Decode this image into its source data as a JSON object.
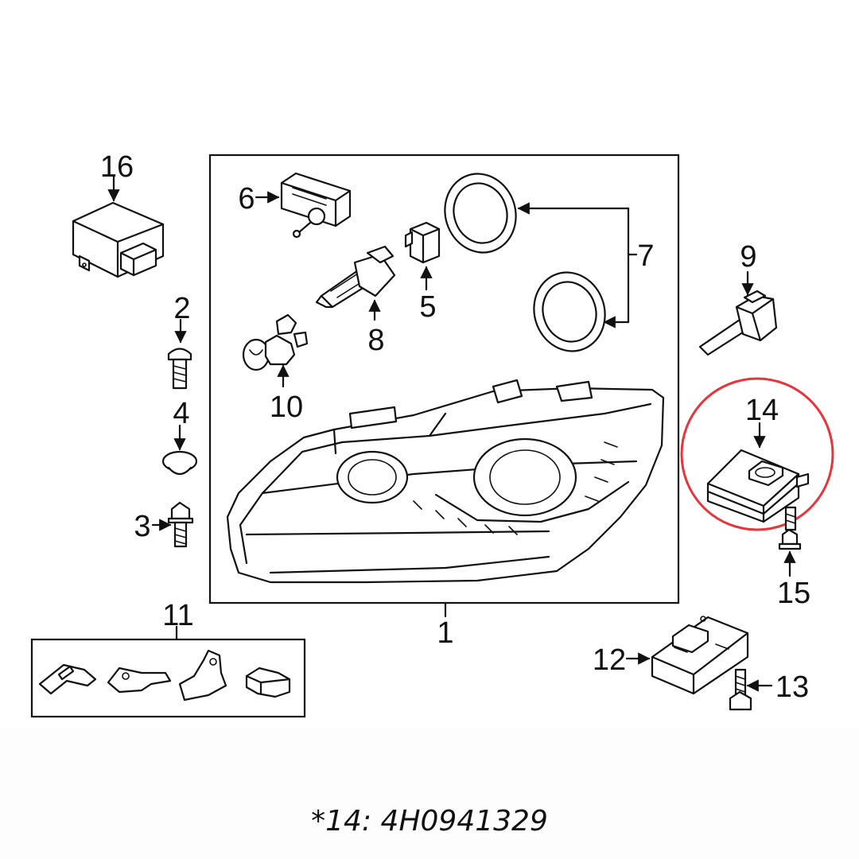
{
  "callouts": {
    "c1": "1",
    "c2": "2",
    "c3": "3",
    "c4": "4",
    "c5": "5",
    "c6": "6",
    "c7": "7",
    "c8": "8",
    "c9": "9",
    "c10": "10",
    "c11": "11",
    "c12": "12",
    "c13": "13",
    "c14": "14",
    "c15": "15",
    "c16": "16"
  },
  "caption": "*14: 4H0941329",
  "colors": {
    "highlight": "#e8343a",
    "ink": "#111111"
  }
}
